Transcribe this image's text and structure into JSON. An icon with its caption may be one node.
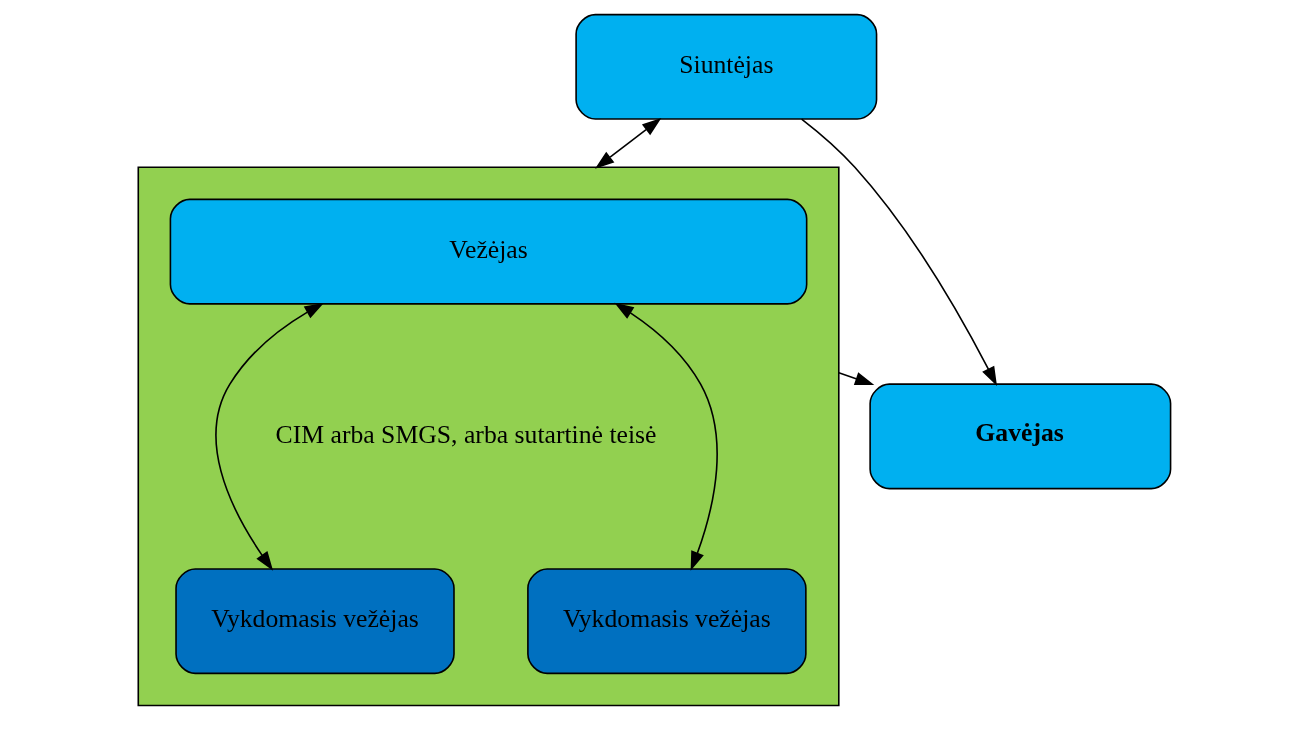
{
  "diagram": {
    "nodes": [
      {
        "text": [
          "Siuntėjas"
        ]
      },
      {
        "text": [],
        "shape": "box"
      },
      {
        "text": [
          "Vežėjas"
        ],
        "in": 1
      },
      {
        "text": [
          "Vykdomasis vežėjas"
        ],
        "in": 1
      },
      {
        "text": [
          "Vykdomasis vežėjas"
        ],
        "in": 1
      },
      {
        "text": [
          "Gavėjas"
        ]
      }
    ],
    "edges": [
      {
        "from": 0,
        "to": 1,
        "arrow": "both"
      },
      {
        "from": 0,
        "to": 5,
        "arrow": "to"
      },
      {
        "from": 2,
        "to": 3,
        "arrow": "both"
      },
      {
        "from": 2,
        "to": 4,
        "arrow": "both"
      },
      {
        "from": 1,
        "to": 5,
        "arrow": "to"
      }
    ],
    "labels": [
      "CIM arba SMGS, arba sutartinė teisė"
    ]
  }
}
